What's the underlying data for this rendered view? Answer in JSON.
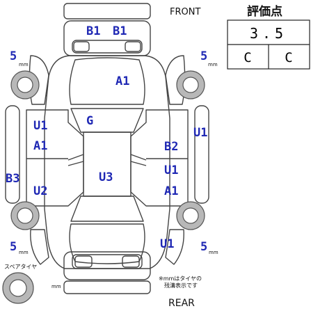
{
  "header": {
    "front_label": "FRONT",
    "rear_label": "REAR"
  },
  "score_box": {
    "title": "評価点",
    "overall": "3.5",
    "interior_grade": "C",
    "exterior_grade": "C"
  },
  "tires": {
    "front_left_depth": "5",
    "front_right_depth": "5",
    "rear_left_depth": "5",
    "rear_right_depth": "5",
    "unit": "mm",
    "spare_label": "スペアタイヤ",
    "spare_unit": "mm"
  },
  "notes": {
    "mm_note_line1": "※mmはタイヤの",
    "mm_note_line2": "残溝表示です"
  },
  "damage_codes": {
    "front_bumper_left": "B1",
    "front_bumper_right": "B1",
    "hood": "A1",
    "windshield": "G",
    "left_front_door_1": "U1",
    "left_front_door_2": "A1",
    "left_sill": "B3",
    "left_rear_door": "U2",
    "roof": "U3",
    "right_front_fender": "U1",
    "right_front_door": "B2",
    "right_rear_door_1": "U1",
    "right_rear_door_2": "A1",
    "right_rear_quarter": "U1"
  },
  "colors": {
    "code_blue": "#1f28b4",
    "line": "#444444"
  }
}
